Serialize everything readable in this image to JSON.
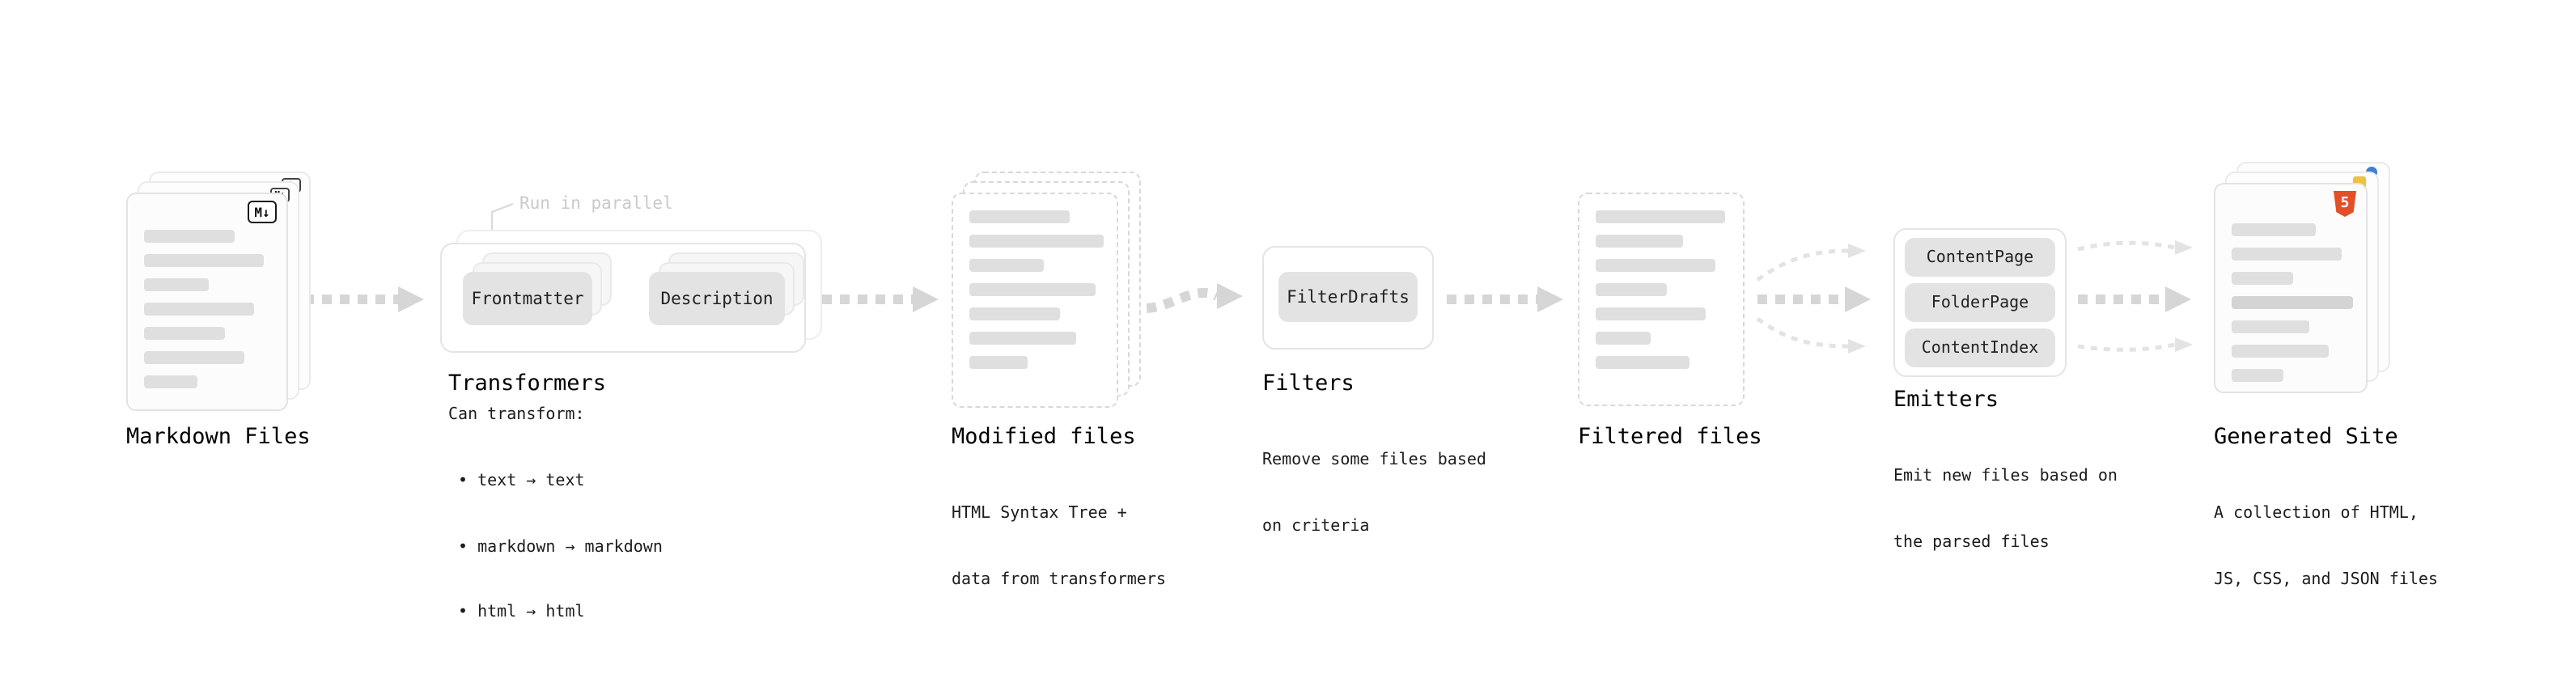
{
  "icons": {
    "markdown_glyph": "M↓",
    "html5_glyph": "5"
  },
  "colors": {
    "html5_orange": "#e34f26",
    "favicon_blue": "#3f7fd6",
    "js_yellow": "#f0c040",
    "arrow_gray": "#d6d6d6"
  },
  "nodes": {
    "markdown_files": {
      "label": "Markdown Files"
    },
    "transformers": {
      "label": "Transformers",
      "note": "Run in parallel",
      "step1": "Frontmatter",
      "step2": "Description",
      "desc_title": "Can transform:",
      "bullets": [
        "• text → text",
        "• markdown → markdown",
        "• html → html"
      ]
    },
    "modified_files": {
      "label": "Modified files",
      "desc": [
        "HTML Syntax Tree +",
        "data from transformers"
      ]
    },
    "filters": {
      "label": "Filters",
      "button": "FilterDrafts",
      "desc": [
        "Remove some files based",
        "on criteria"
      ]
    },
    "filtered_files": {
      "label": "Filtered files"
    },
    "emitters": {
      "label": "Emitters",
      "buttons": [
        "ContentPage",
        "FolderPage",
        "ContentIndex"
      ],
      "desc": [
        "Emit new files based on",
        "the parsed files"
      ]
    },
    "generated_site": {
      "label": "Generated Site",
      "desc": [
        "A collection of HTML,",
        "JS, CSS, and JSON files"
      ]
    }
  }
}
